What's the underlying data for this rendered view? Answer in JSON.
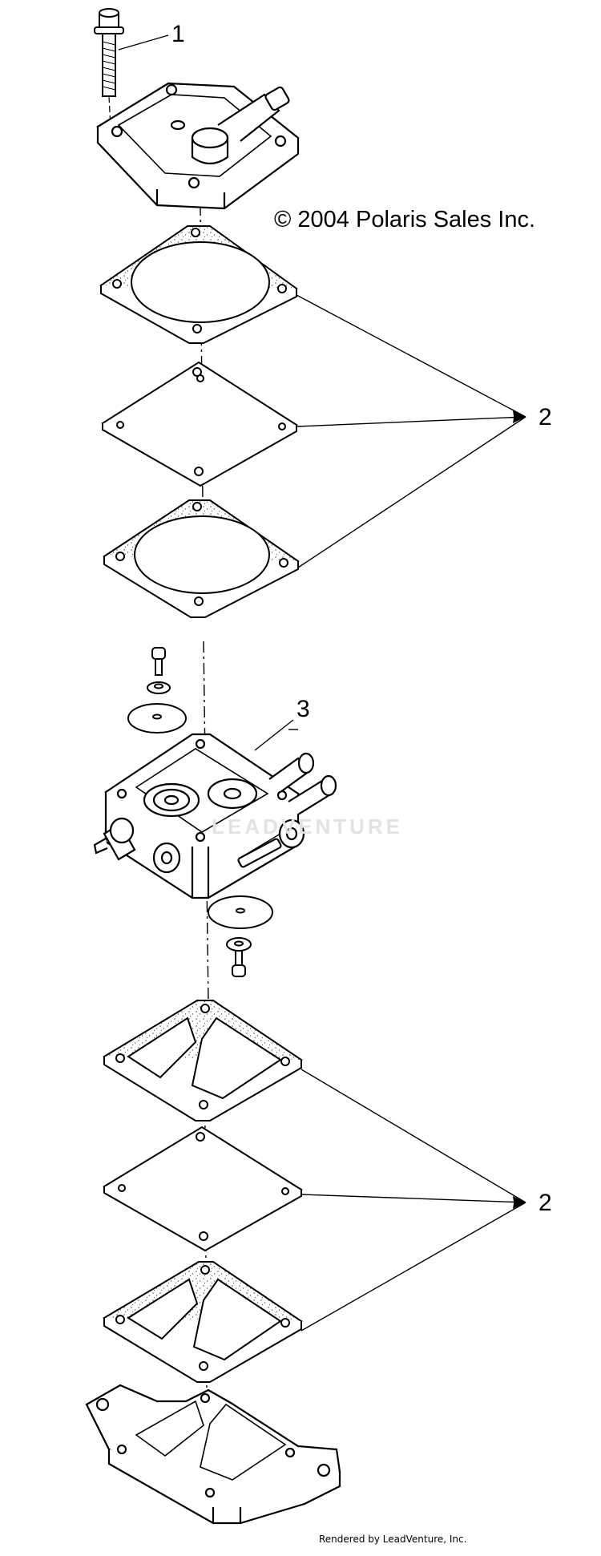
{
  "copyright": "© 2004 Polaris Sales Inc.",
  "footer": "Rendered by LeadVenture, Inc.",
  "watermark": "LEADVENTURE",
  "callouts": [
    "1",
    "2",
    "3",
    "2"
  ],
  "colors": {
    "line": "#000000",
    "background": "#ffffff",
    "watermark": "#e3e3e3"
  }
}
